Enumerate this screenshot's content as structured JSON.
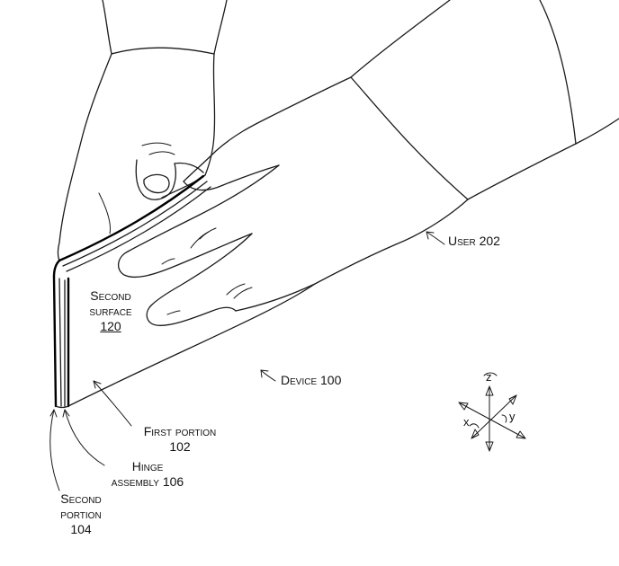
{
  "labels": {
    "user": {
      "name": "User",
      "ref": "202"
    },
    "device": {
      "name": "Device",
      "ref": "100"
    },
    "second_surface": {
      "line1": "Second",
      "line2": "surface",
      "ref": "120"
    },
    "first_portion": {
      "name": "First portion",
      "ref": "102"
    },
    "hinge": {
      "line1": "Hinge",
      "line2": "assembly",
      "ref": "106"
    },
    "second_portion": {
      "line1": "Second",
      "line2": "portion",
      "ref": "104"
    }
  },
  "axes": {
    "z": "z",
    "x": "x",
    "y": "y"
  }
}
